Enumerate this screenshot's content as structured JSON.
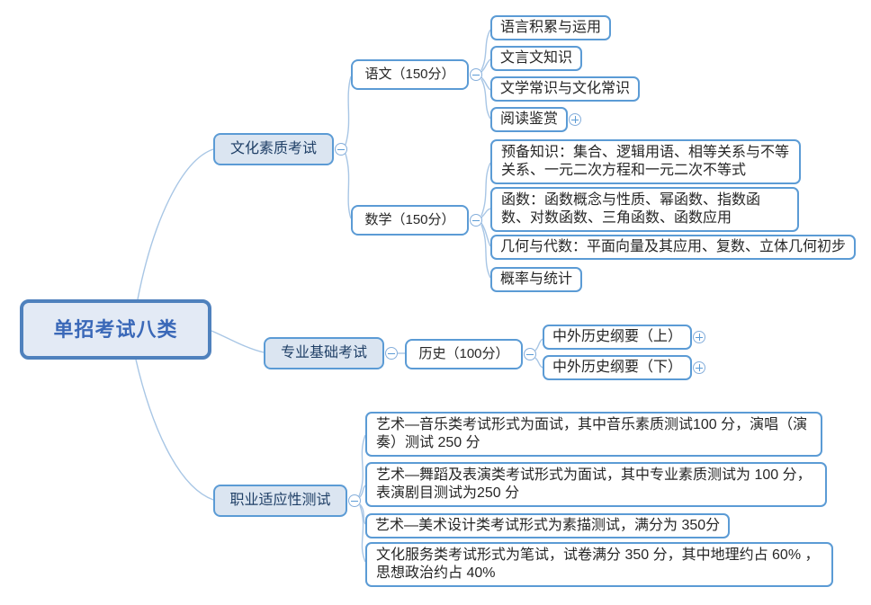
{
  "mindmap": {
    "root_label": "单招考试八类",
    "branches": [
      {
        "label": "文化素质考试",
        "collapse_icon": "minus-circle",
        "children": [
          {
            "label": "语文（150分）",
            "collapse_icon": "minus-circle",
            "children": [
              {
                "label": "语言积累与运用"
              },
              {
                "label": "文言文知识"
              },
              {
                "label": "文学常识与文化常识"
              },
              {
                "label": "阅读鉴赏",
                "expand_icon": "plus-circle"
              }
            ]
          },
          {
            "label": "数学（150分）",
            "collapse_icon": "minus-circle",
            "children": [
              {
                "label": "预备知识：集合、逻辑用语、相等关系与不等关系、一元二次方程和一元二次不等式"
              },
              {
                "label": "函数：函数概念与性质、幂函数、指数函数、对数函数、三角函数、函数应用"
              },
              {
                "label": "几何与代数：平面向量及其应用、复数、立体几何初步"
              },
              {
                "label": "概率与统计"
              }
            ]
          }
        ]
      },
      {
        "label": "专业基础考试",
        "collapse_icon": "minus-circle",
        "children": [
          {
            "label": "历史（100分）",
            "collapse_icon": "minus-circle",
            "children": [
              {
                "label": "中外历史纲要（上）",
                "expand_icon": "plus-circle"
              },
              {
                "label": "中外历史纲要（下）",
                "expand_icon": "plus-circle"
              }
            ]
          }
        ]
      },
      {
        "label": "职业适应性测试",
        "collapse_icon": "minus-circle",
        "children": [
          {
            "label": "艺术—音乐类考试形式为面试，其中音乐素质测试100 分，演唱（演奏）测试 250 分"
          },
          {
            "label": "艺术—舞蹈及表演类考试形式为面试，其中专业素质测试为 100 分，表演剧目测试为250 分"
          },
          {
            "label": "艺术—美术设计类考试形式为素描测试，满分为 350分"
          },
          {
            "label": "文化服务类考试形式为笔试，试卷满分 350 分，其中地理约占 60% ，思想政治约占 40%"
          }
        ]
      }
    ],
    "colors": {
      "node_border": "#5b9bd5",
      "branch_fill": "#dbe5f1",
      "root_border": "#4f81bd",
      "root_fill": "#e3eaf5",
      "root_text": "#3a68b8",
      "branch_text": "#1f3f66",
      "leaf_text": "#262626",
      "connector": "#a8c6e5"
    }
  }
}
